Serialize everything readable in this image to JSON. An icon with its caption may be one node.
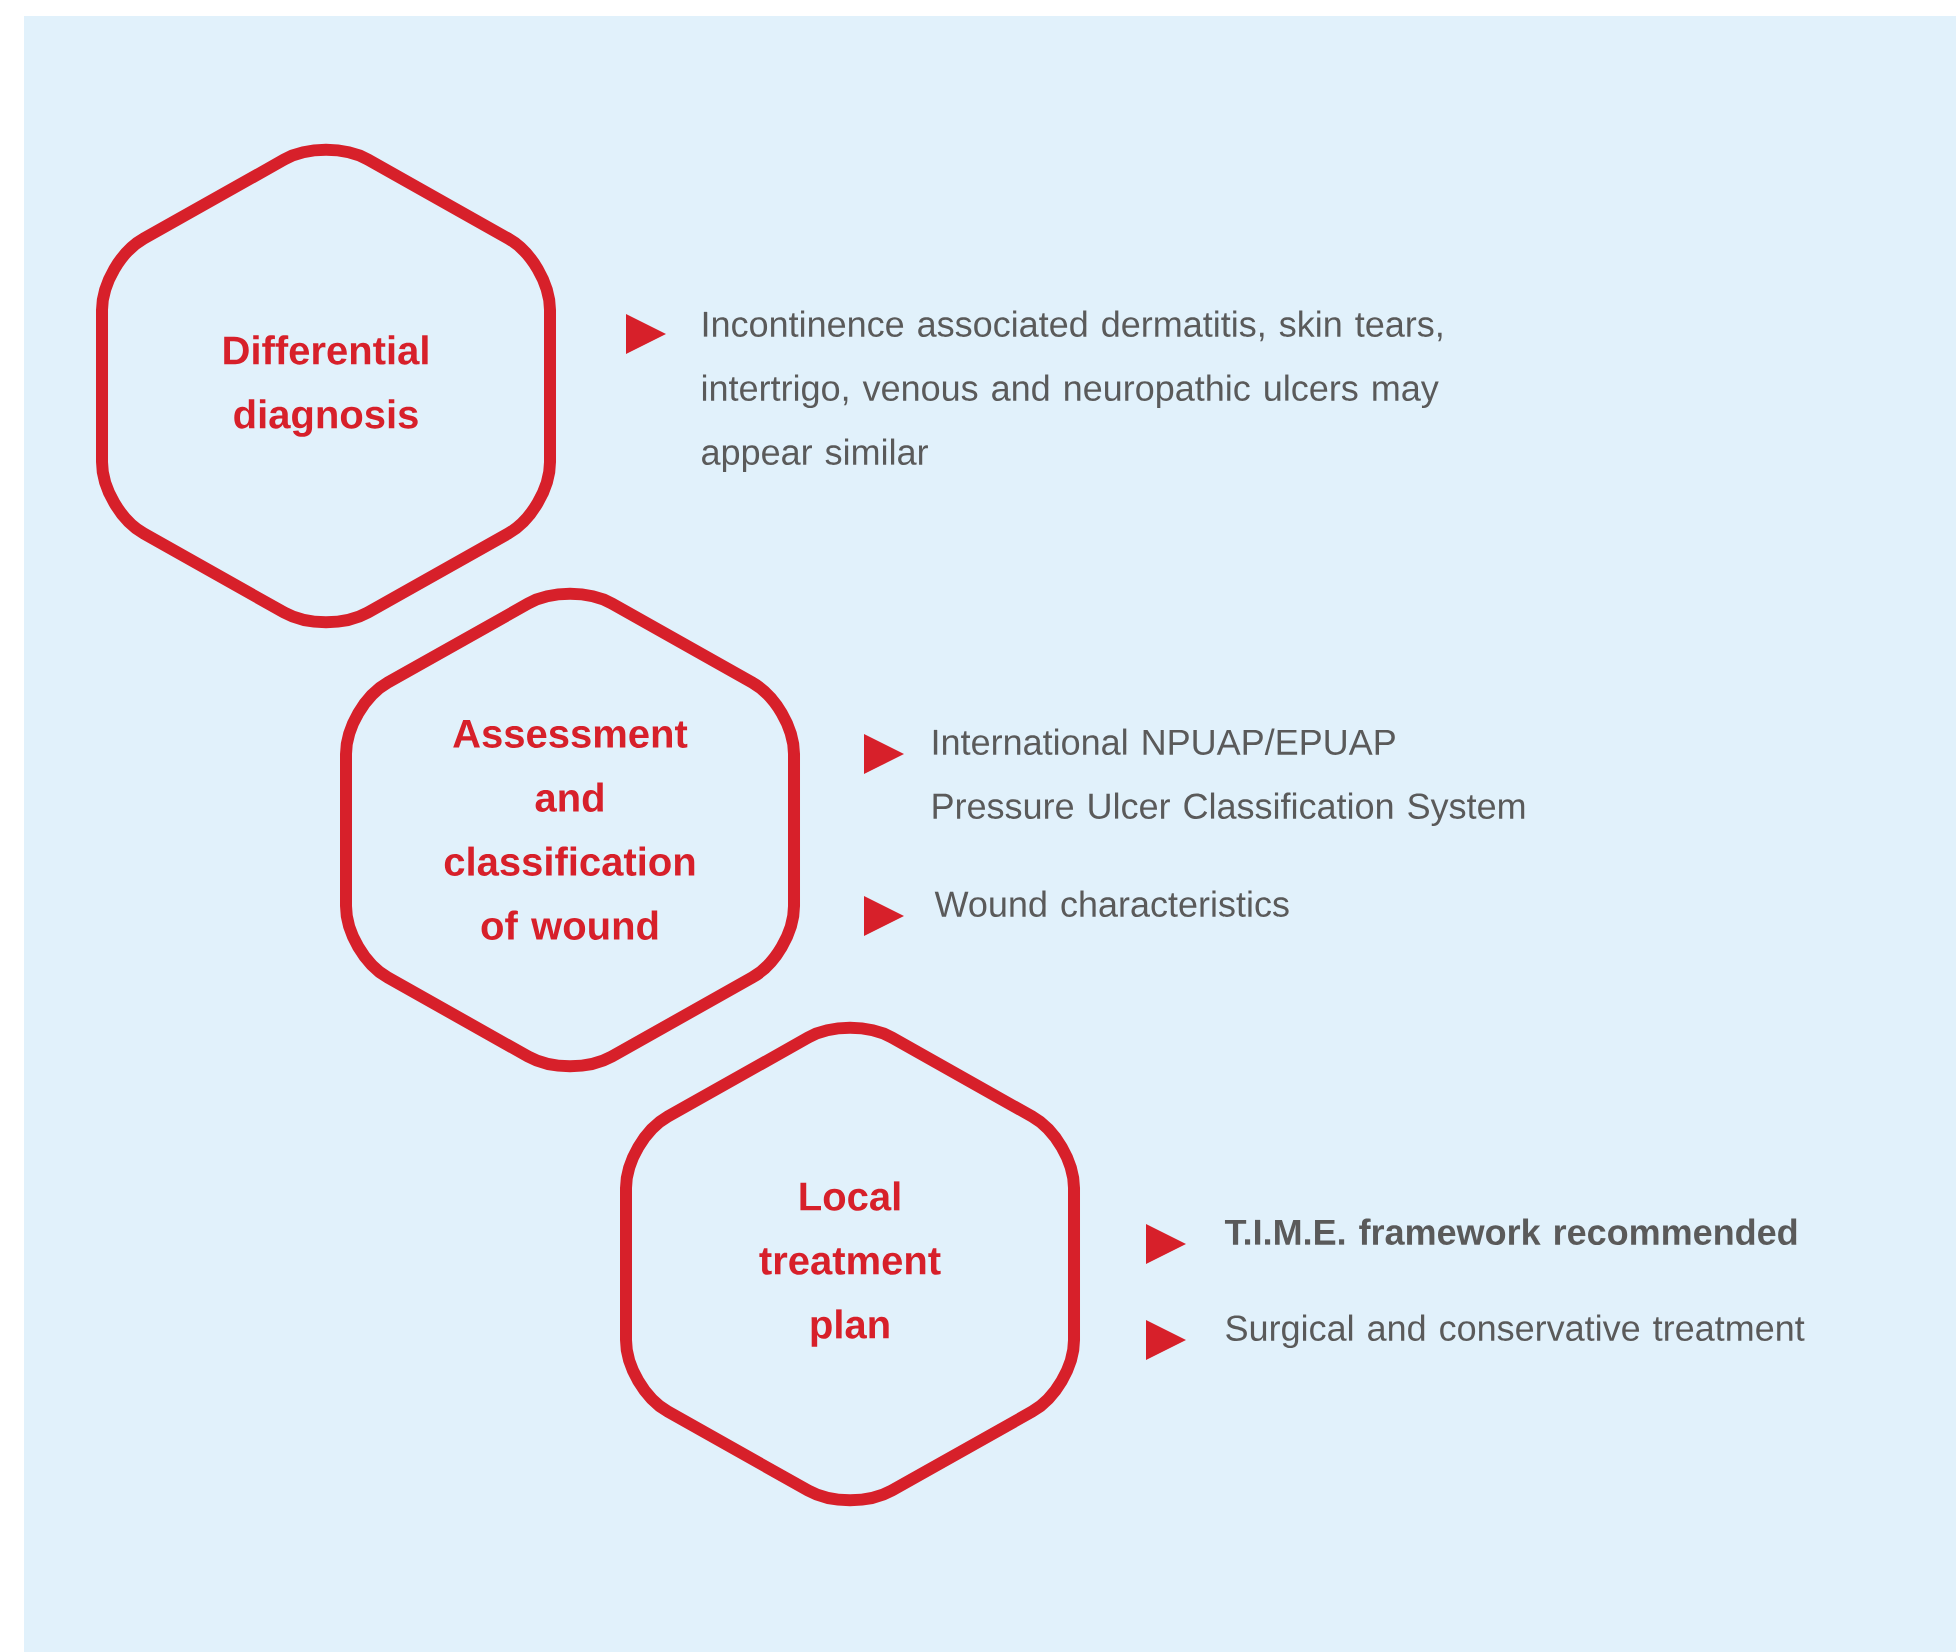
{
  "diagram": {
    "nodes": [
      {
        "text": [
          "Differential diagnosis"
        ]
      },
      {
        "text": [
          "Assessment and classification of wound"
        ],
        "beside": [
          "International NPUAP/EPUAP Pressure Ulcer Classification System",
          "Wound characteristics"
        ]
      },
      {
        "text": [
          "Local treatment plan"
        ],
        "beside": [
          "T.I.M.E. framework recommended",
          "Surgical and conservative treatment"
        ]
      }
    ],
    "labels": [
      "Incontinence associated dermatitis, skin tears, intertrigo, venous and neuropathic ulcers may appear similar"
    ]
  }
}
